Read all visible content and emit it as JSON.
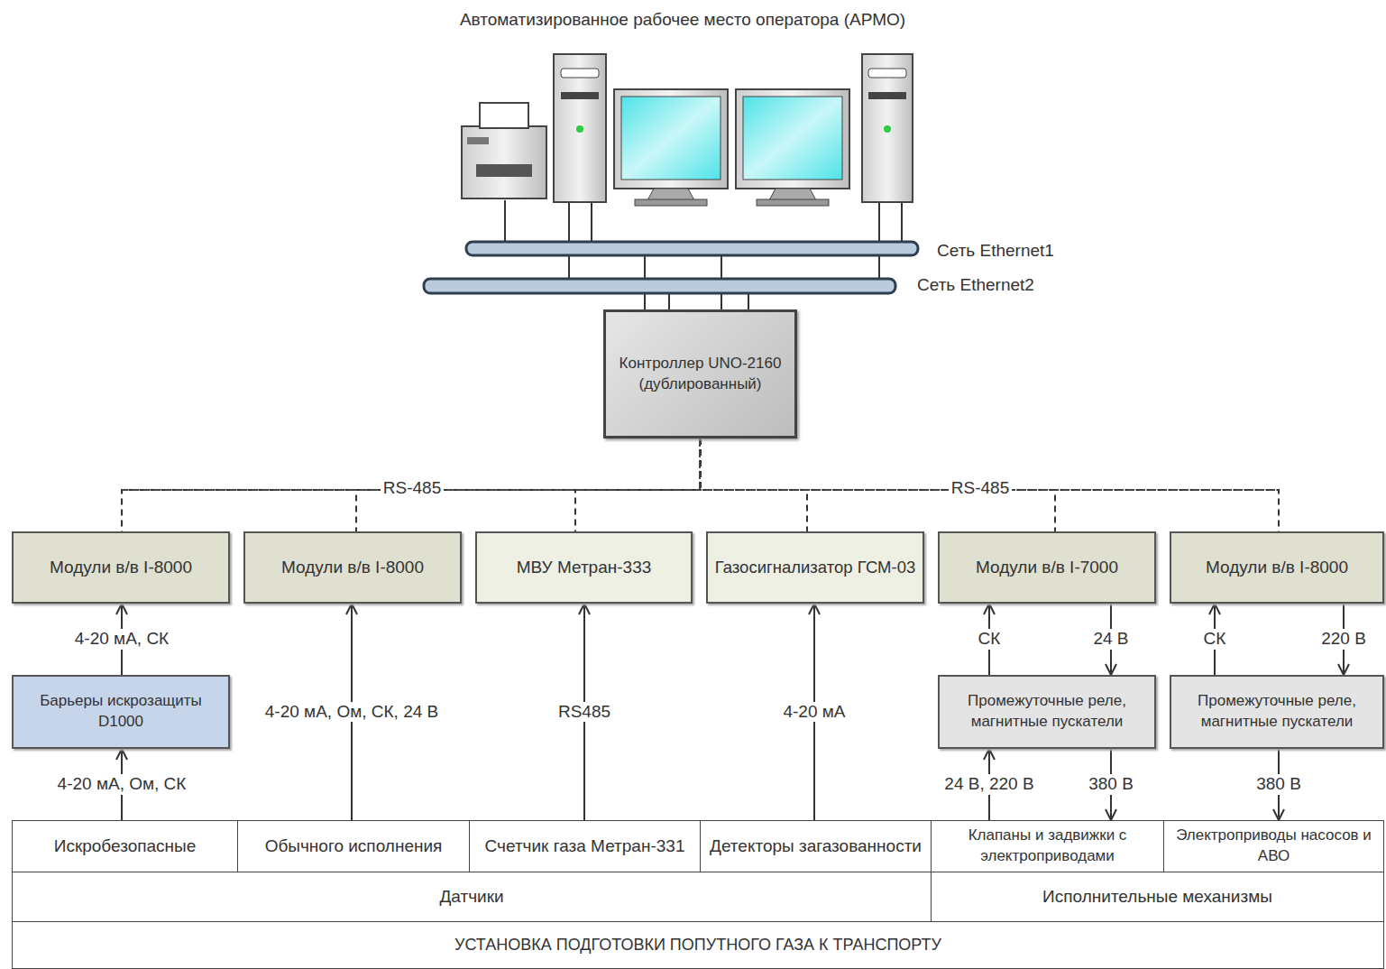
{
  "diagram": {
    "title": "Автоматизированное рабочее место оператора (АРМО)",
    "nodes": [
      {
        "text": [
          "Контроллер UNO-2160 (дублированный)"
        ]
      },
      {
        "text": [
          "Модули в/в I-8000"
        ]
      },
      {
        "text": [
          "Модули в/в I-8000"
        ]
      },
      {
        "text": [
          "МВУ Метран-333"
        ]
      },
      {
        "text": [
          "Газосигнализатор ГСМ-03"
        ]
      },
      {
        "text": [
          "Модули в/в I-7000"
        ]
      },
      {
        "text": [
          "Модули в/в I-8000"
        ]
      },
      {
        "text": [
          "Барьеры искрозащиты D1000"
        ]
      },
      {
        "text": [
          "Промежуточные реле, магнитные пускатели"
        ]
      },
      {
        "text": [
          "Промежуточные реле, магнитные пускатели"
        ]
      },
      {
        "text": [
          "Искробезопасные"
        ]
      },
      {
        "text": [
          "Обычного исполнения"
        ]
      },
      {
        "text": [
          "Счетчик газа Метран-331"
        ]
      },
      {
        "text": [
          "Детекторы загазованности"
        ]
      },
      {
        "text": [
          "Клапаны и задвижки с электроприводами"
        ]
      },
      {
        "text": [
          "Электроприводы насосов и АВО"
        ]
      },
      {
        "text": [
          "Датчики"
        ]
      },
      {
        "text": [
          "Исполнительные механизмы"
        ]
      },
      {
        "text": [
          "УСТАНОВКА ПОДГОТОВКИ ПОПУТНОГО ГАЗА К ТРАНСПОРТУ"
        ]
      }
    ],
    "edges": [
      {
        "from": 0,
        "to": 1,
        "arrow": "none"
      },
      {
        "from": 0,
        "to": 2,
        "arrow": "none"
      },
      {
        "from": 0,
        "to": 3,
        "arrow": "none"
      },
      {
        "from": 0,
        "to": 4,
        "arrow": "none"
      },
      {
        "from": 0,
        "to": 5,
        "arrow": "none"
      },
      {
        "from": 0,
        "to": 6,
        "arrow": "none"
      },
      {
        "from": 10,
        "to": 7,
        "label": "4-20 мА, Ом, СК",
        "arrow": "to"
      },
      {
        "from": 7,
        "to": 1,
        "label": "4-20 мА, СК",
        "arrow": "to"
      },
      {
        "from": 11,
        "to": 2,
        "label": "4-20 мА, Ом, СК, 24 В",
        "arrow": "to"
      },
      {
        "from": 12,
        "to": 3,
        "label": "RS485",
        "arrow": "to"
      },
      {
        "from": 13,
        "to": 4,
        "label": "4-20 мА",
        "arrow": "to"
      },
      {
        "from": 14,
        "to": 8,
        "label": "24 В, 220 В",
        "arrow": "to"
      },
      {
        "from": 8,
        "to": 5,
        "label": "СК",
        "arrow": "to"
      },
      {
        "from": 5,
        "to": 8,
        "label": "24 В",
        "arrow": "to"
      },
      {
        "from": 8,
        "to": 14,
        "label": "380 В",
        "arrow": "to"
      },
      {
        "from": 9,
        "to": 6,
        "label": "СК",
        "arrow": "to"
      },
      {
        "from": 6,
        "to": 9,
        "label": "220 В",
        "arrow": "to"
      },
      {
        "from": 9,
        "to": 15,
        "label": "380 В",
        "arrow": "to"
      }
    ],
    "labels": [
      "Сеть Ethernet1",
      "Сеть Ethernet2",
      "RS-485",
      "RS-485"
    ]
  }
}
